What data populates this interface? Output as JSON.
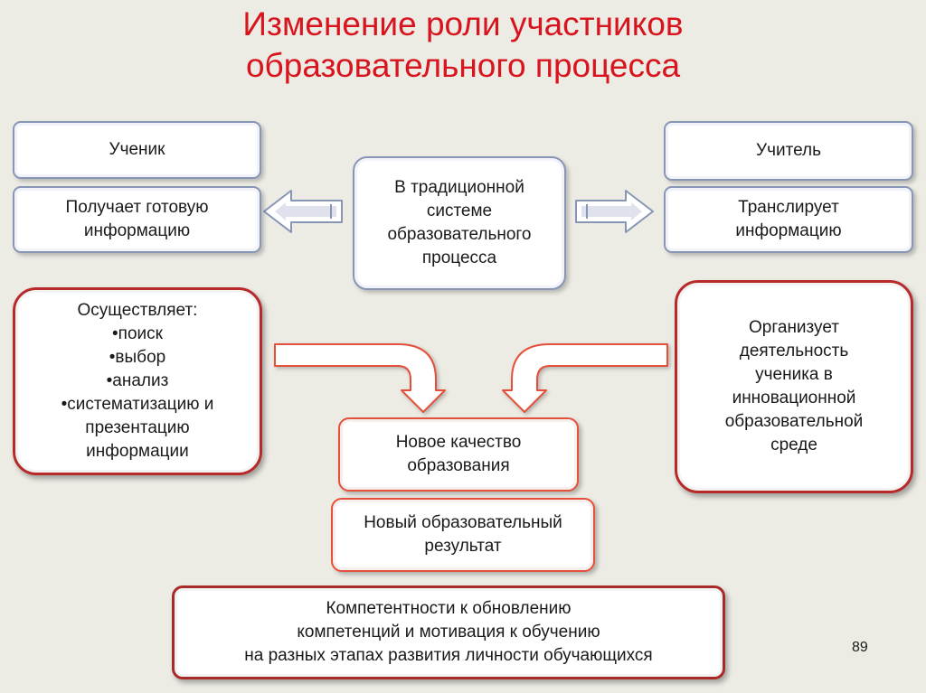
{
  "title": {
    "line1": "Изменение роли участников",
    "line2": "образовательного процесса"
  },
  "student": {
    "label": "Ученик",
    "receives": [
      "Получает готовую",
      "информацию"
    ]
  },
  "teacher": {
    "label": "Учитель",
    "transmits": [
      "Транслирует",
      "информацию"
    ]
  },
  "traditional": [
    "В традиционной",
    "системе",
    "образовательного",
    "процесса"
  ],
  "student_activity": [
    "Осуществляет:",
    "•поиск",
    "•выбор",
    "•анализ",
    "•систематизацию и",
    "презентацию",
    "информации"
  ],
  "teacher_activity": [
    "Организует",
    "деятельность",
    "ученика в",
    "инновационной",
    "образовательной",
    "среде"
  ],
  "new_quality": [
    "Новое качество",
    "образования"
  ],
  "new_result": [
    "Новый образовательный",
    "результат"
  ],
  "competencies": [
    "Компетентности к обновлению",
    "компетенций и мотивация к обучению",
    "на разных этапах развития личности обучающихся"
  ],
  "page_number": "89",
  "colors": {
    "title": "#d8141e",
    "blue_border": "#8896b6",
    "red_border": "#b8292a",
    "orange_border": "#e5503a"
  }
}
